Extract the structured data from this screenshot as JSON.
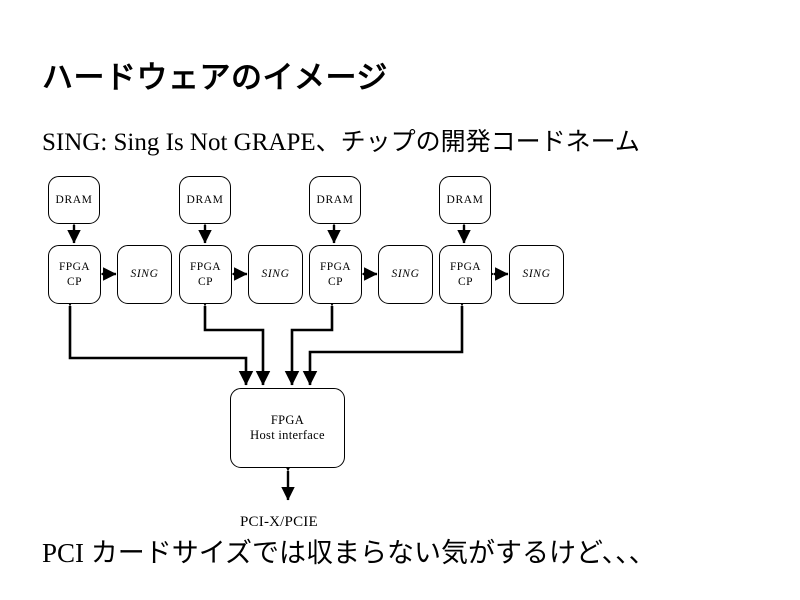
{
  "slide": {
    "title": "ハードウェアのイメージ",
    "subtitle": "SING: Sing Is Not GRAPE、チップの開発コードネーム",
    "footnote": "PCI カードサイズでは収まらない気がするけど、、、",
    "background_color": "#ffffff",
    "line_color": "#000000"
  },
  "diagram": {
    "bus_label": "PCI-X/PCIE",
    "host": {
      "line1": "FPGA",
      "line2": "Host interface"
    },
    "columns": [
      {
        "dram": "DRAM",
        "fpga_line1": "FPGA",
        "fpga_line2": "CP",
        "sing": "SING"
      },
      {
        "dram": "DRAM",
        "fpga_line1": "FPGA",
        "fpga_line2": "CP",
        "sing": "SING"
      },
      {
        "dram": "DRAM",
        "fpga_line1": "FPGA",
        "fpga_line2": "CP",
        "sing": "SING"
      },
      {
        "dram": "DRAM",
        "fpga_line1": "FPGA",
        "fpga_line2": "CP",
        "sing": "SING"
      }
    ]
  }
}
